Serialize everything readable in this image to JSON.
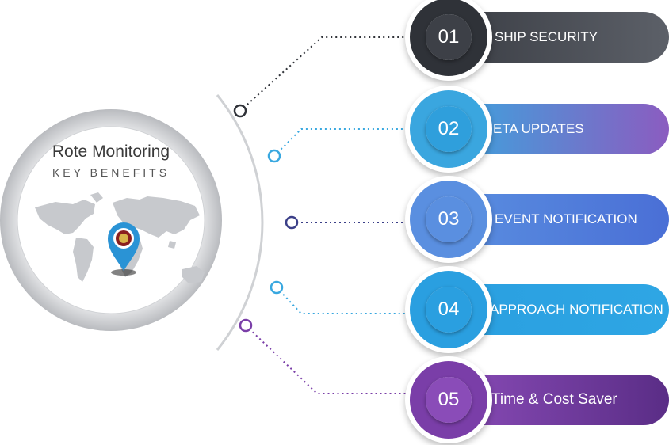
{
  "hub": {
    "title": "Rote Monitoring",
    "subtitle": "KEY BENEFITS"
  },
  "benefits": [
    {
      "number": "01",
      "label": "SHIP SECURITY",
      "color": "#3a3d44",
      "color_to": "#5c6068"
    },
    {
      "number": "02",
      "label": "ETA UPDATES",
      "color": "#3aa6df",
      "color_to": "#8b5cc0"
    },
    {
      "number": "03",
      "label": "EVENT NOTIFICATION",
      "color": "#5a8fe0",
      "color_to": "#4a6fd6"
    },
    {
      "number": "04",
      "label": "APPROACH NOTIFICATION",
      "color": "#2a9fe0",
      "color_to": "#2ea6e4"
    },
    {
      "number": "05",
      "label": "Time & Cost Saver",
      "color": "#8a4cb8",
      "color_to": "#5a2d86"
    }
  ],
  "map": {
    "pin_color": "#2a93d5",
    "land_color": "#c7c9cd"
  }
}
